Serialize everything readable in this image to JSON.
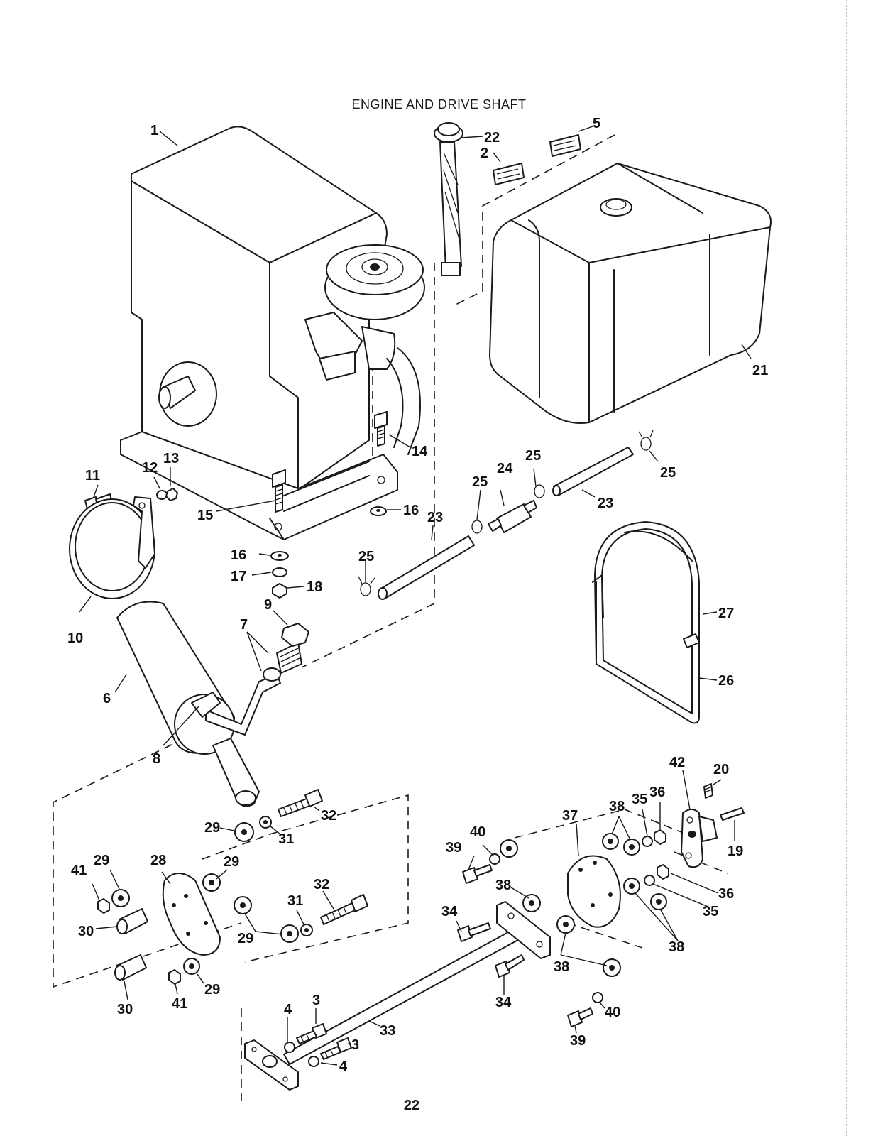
{
  "title": "ENGINE AND DRIVE SHAFT",
  "page_number": "22",
  "callouts": [
    {
      "id": "c1",
      "text": "1"
    },
    {
      "id": "c22",
      "text": "22"
    },
    {
      "id": "c2",
      "text": "2"
    },
    {
      "id": "c5",
      "text": "5"
    },
    {
      "id": "c21",
      "text": "21"
    },
    {
      "id": "c14",
      "text": "14"
    },
    {
      "id": "c11",
      "text": "11"
    },
    {
      "id": "c12",
      "text": "12"
    },
    {
      "id": "c13",
      "text": "13"
    },
    {
      "id": "c15",
      "text": "15"
    },
    {
      "id": "c16a",
      "text": "16"
    },
    {
      "id": "c16b",
      "text": "16"
    },
    {
      "id": "c17",
      "text": "17"
    },
    {
      "id": "c18",
      "text": "18"
    },
    {
      "id": "c10",
      "text": "10"
    },
    {
      "id": "c9",
      "text": "9"
    },
    {
      "id": "c7",
      "text": "7"
    },
    {
      "id": "c6",
      "text": "6"
    },
    {
      "id": "c8",
      "text": "8"
    },
    {
      "id": "c23a",
      "text": "23"
    },
    {
      "id": "c23b",
      "text": "23"
    },
    {
      "id": "c25a",
      "text": "25"
    },
    {
      "id": "c25b",
      "text": "25"
    },
    {
      "id": "c25c",
      "text": "25"
    },
    {
      "id": "c25d",
      "text": "25"
    },
    {
      "id": "c24",
      "text": "24"
    },
    {
      "id": "c27",
      "text": "27"
    },
    {
      "id": "c26",
      "text": "26"
    },
    {
      "id": "c42",
      "text": "42"
    },
    {
      "id": "c20",
      "text": "20"
    },
    {
      "id": "c19",
      "text": "19"
    },
    {
      "id": "c38a",
      "text": "38"
    },
    {
      "id": "c35a",
      "text": "35"
    },
    {
      "id": "c36a",
      "text": "36"
    },
    {
      "id": "c37",
      "text": "37"
    },
    {
      "id": "c40a",
      "text": "40"
    },
    {
      "id": "c39a",
      "text": "39"
    },
    {
      "id": "c38b",
      "text": "38"
    },
    {
      "id": "c36b",
      "text": "36"
    },
    {
      "id": "c35b",
      "text": "35"
    },
    {
      "id": "c38c",
      "text": "38"
    },
    {
      "id": "c34a",
      "text": "34"
    },
    {
      "id": "c38d",
      "text": "38"
    },
    {
      "id": "c34b",
      "text": "34"
    },
    {
      "id": "c39b",
      "text": "39"
    },
    {
      "id": "c40b",
      "text": "40"
    },
    {
      "id": "c32a",
      "text": "32"
    },
    {
      "id": "c31a",
      "text": "31"
    },
    {
      "id": "c29a",
      "text": "29"
    },
    {
      "id": "c29b",
      "text": "29"
    },
    {
      "id": "c28",
      "text": "28"
    },
    {
      "id": "c29c",
      "text": "29"
    },
    {
      "id": "c41a",
      "text": "41"
    },
    {
      "id": "c30a",
      "text": "30"
    },
    {
      "id": "c32b",
      "text": "32"
    },
    {
      "id": "c31b",
      "text": "31"
    },
    {
      "id": "c29d",
      "text": "29"
    },
    {
      "id": "c29e",
      "text": "29"
    },
    {
      "id": "c41b",
      "text": "41"
    },
    {
      "id": "c30b",
      "text": "30"
    },
    {
      "id": "c4a",
      "text": "4"
    },
    {
      "id": "c3a",
      "text": "3"
    },
    {
      "id": "c33",
      "text": "33"
    },
    {
      "id": "c3b",
      "text": "3"
    },
    {
      "id": "c4b",
      "text": "4"
    }
  ]
}
